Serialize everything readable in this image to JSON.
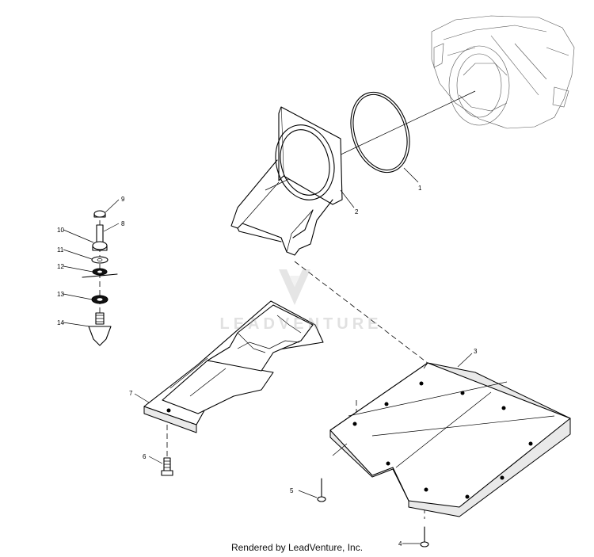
{
  "footer": {
    "credit": "Rendered by LeadVenture, Inc."
  },
  "watermark": {
    "text": "LEADVENTURE"
  },
  "callouts": [
    "1",
    "2",
    "3",
    "4",
    "5",
    "6",
    "7",
    "8",
    "9",
    "10",
    "11",
    "12",
    "13",
    "14"
  ]
}
